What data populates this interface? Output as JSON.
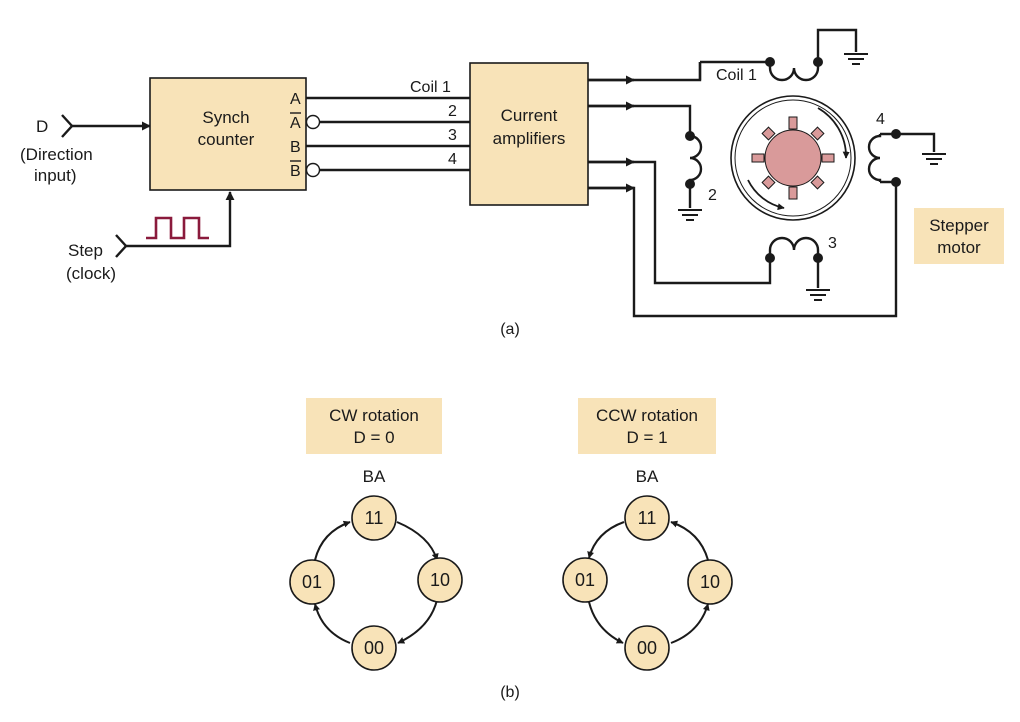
{
  "input_d": {
    "label": "D",
    "desc_line1": "(Direction",
    "desc_line2": "input)"
  },
  "input_step": {
    "label_line1": "Step",
    "label_line2": "(clock)"
  },
  "counter": {
    "line1": "Synch",
    "line2": "counter"
  },
  "counter_pins": {
    "a": "A",
    "a_bar": "A",
    "b": "B",
    "b_bar": "B"
  },
  "coil_labels": {
    "c1": "Coil 1",
    "c2": "2",
    "c3": "3",
    "c4": "4"
  },
  "amplifier": {
    "line1": "Current",
    "line2": "amplifiers"
  },
  "motor": {
    "coil1": "Coil 1",
    "coil2": "2",
    "coil3": "3",
    "coil4": "4",
    "tag_line1": "Stepper",
    "tag_line2": "motor"
  },
  "caption_a": "(a)",
  "caption_b": "(b)",
  "cw": {
    "title_line1": "CW rotation",
    "title_line2": "D = 0",
    "label": "BA",
    "states": {
      "top": "11",
      "right": "10",
      "bottom": "00",
      "left": "01"
    }
  },
  "ccw": {
    "title_line1": "CCW rotation",
    "title_line2": "D = 1",
    "label": "BA",
    "states": {
      "top": "11",
      "right": "10",
      "bottom": "00",
      "left": "01"
    }
  },
  "colors": {
    "fill": "#f8e3b8",
    "rotor": "#d99a9a",
    "pulse": "#8a1a3c",
    "line": "#1a1a1a"
  }
}
